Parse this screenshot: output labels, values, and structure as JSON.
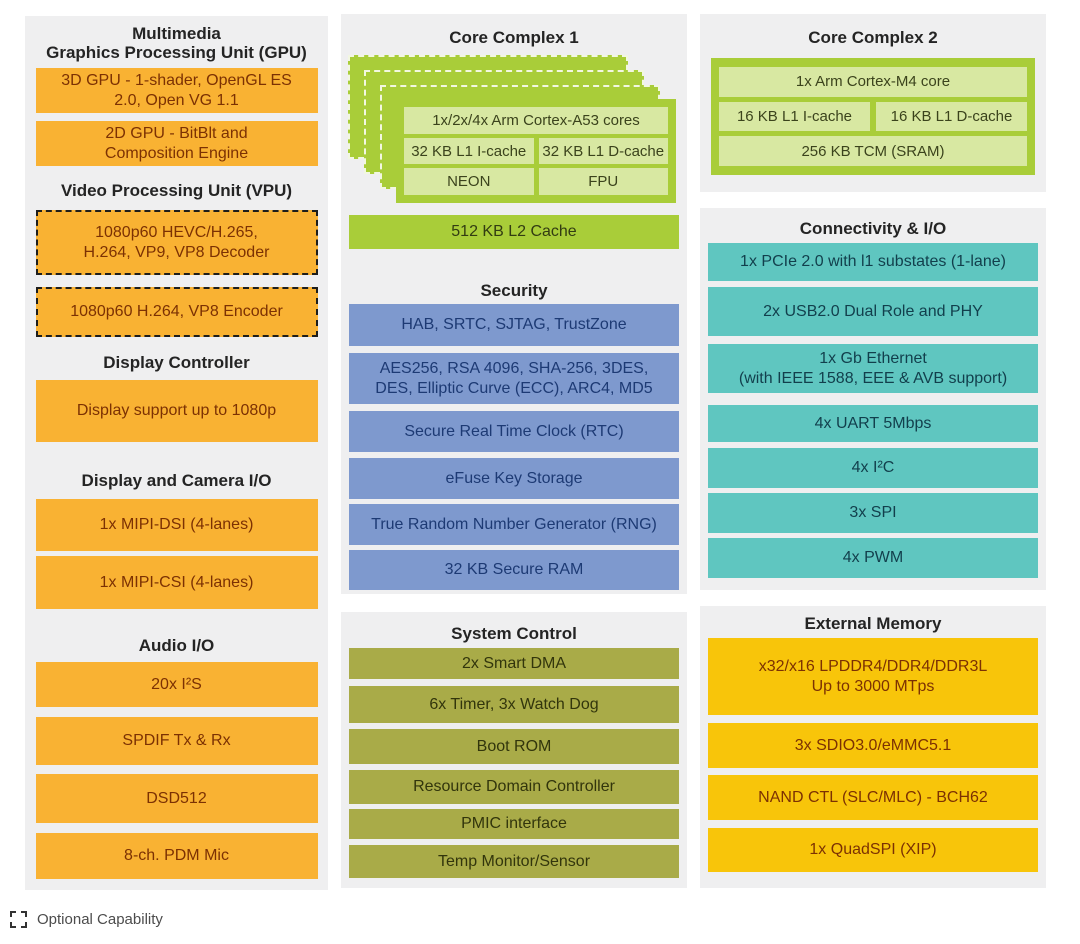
{
  "colors": {
    "panel_bg": "#efeff0",
    "orange": "#f9b233",
    "orange_text": "#7c3103",
    "lime": "#a9cd39",
    "lime_light": "#d8e8a2",
    "blue": "#7e99ce",
    "olive": "#a9ab48",
    "teal": "#5fc6c0",
    "yellow": "#f8c50a",
    "header_text": "#242424"
  },
  "left": {
    "gpu": {
      "header": "Multimedia\nGraphics Processing Unit (GPU)",
      "blocks": [
        "3D GPU - 1-shader, OpenGL ES\n2.0, Open VG 1.1",
        "2D GPU - BitBlt and\nComposition Engine"
      ]
    },
    "vpu": {
      "header": "Video Processing Unit (VPU)",
      "blocks": [
        "1080p60 HEVC/H.265,\nH.264, VP9, VP8 Decoder",
        "1080p60 H.264, VP8 Encoder"
      ]
    },
    "display_controller": {
      "header": "Display Controller",
      "blocks": [
        "Display support up to 1080p"
      ]
    },
    "display_camera_io": {
      "header": "Display and Camera I/O",
      "blocks": [
        "1x MIPI-DSI (4-lanes)",
        "1x MIPI-CSI (4-lanes)"
      ]
    },
    "audio_io": {
      "header": "Audio I/O",
      "blocks": [
        "20x I²S",
        "SPDIF Tx & Rx",
        "DSD512",
        "8-ch. PDM Mic"
      ]
    }
  },
  "middle": {
    "core_complex_1": {
      "header": "Core Complex 1",
      "cores": "1x/2x/4x Arm Cortex-A53 cores",
      "icache": "32 KB L1 I-cache",
      "dcache": "32 KB L1 D-cache",
      "neon": "NEON",
      "fpu": "FPU",
      "l2": "512 KB L2 Cache"
    },
    "security": {
      "header": "Security",
      "blocks": [
        "HAB, SRTC, SJTAG, TrustZone",
        "AES256, RSA 4096, SHA-256, 3DES,\nDES, Elliptic Curve (ECC), ARC4, MD5",
        "Secure Real Time Clock (RTC)",
        "eFuse Key Storage",
        "True Random Number Generator (RNG)",
        "32 KB Secure RAM"
      ]
    },
    "system_control": {
      "header": "System Control",
      "blocks": [
        "2x Smart DMA",
        "6x Timer, 3x Watch Dog",
        "Boot ROM",
        "Resource Domain Controller",
        "PMIC interface",
        "Temp Monitor/Sensor"
      ]
    }
  },
  "right": {
    "core_complex_2": {
      "header": "Core Complex 2",
      "core": "1x Arm Cortex-M4 core",
      "icache": "16 KB L1 I-cache",
      "dcache": "16 KB L1 D-cache",
      "tcm": "256 KB TCM (SRAM)"
    },
    "connectivity": {
      "header": "Connectivity & I/O",
      "blocks": [
        "1x PCIe 2.0 with l1 substates (1-lane)",
        "2x USB2.0 Dual Role and PHY",
        "1x Gb Ethernet\n(with IEEE 1588, EEE & AVB support)",
        "4x UART 5Mbps",
        "4x I²C",
        "3x SPI",
        "4x PWM"
      ]
    },
    "external_memory": {
      "header": "External Memory",
      "blocks": [
        "x32/x16 LPDDR4/DDR4/DDR3L\nUp to 3000 MTps",
        "3x SDIO3.0/eMMC5.1",
        "NAND CTL (SLC/MLC) - BCH62",
        "1x QuadSPI (XIP)"
      ]
    }
  },
  "legend": {
    "label": "Optional Capability"
  }
}
